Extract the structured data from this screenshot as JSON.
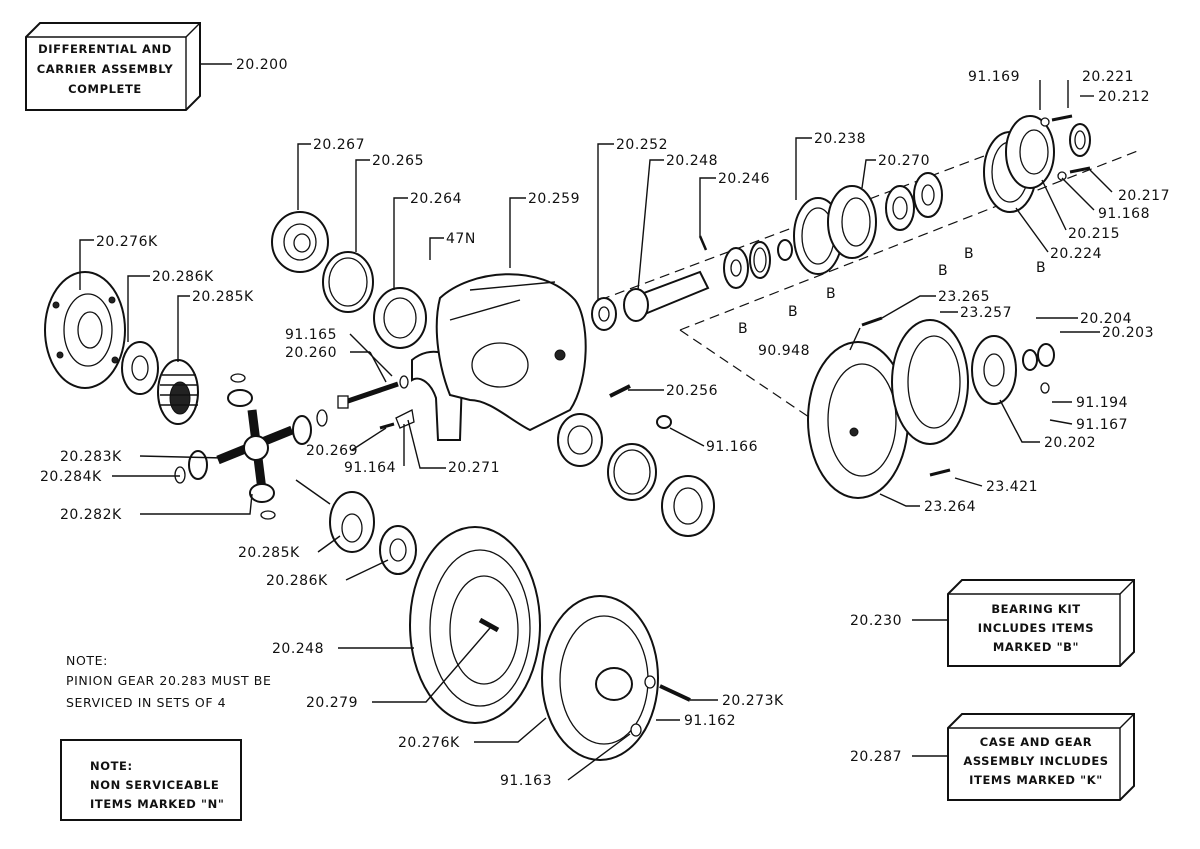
{
  "boxes": {
    "assembly": [
      "DIFFERENTIAL AND",
      "CARRIER ASSEMBLY",
      "COMPLETE"
    ],
    "bearing_kit": [
      "BEARING KIT",
      "INCLUDES ITEMS",
      "MARKED \"B\""
    ],
    "case_gear": [
      "CASE AND GEAR",
      "ASSEMBLY INCLUDES",
      "ITEMS MARKED \"K\""
    ],
    "note_n": [
      "NOTE:",
      "NON SERVICEABLE",
      "ITEMS MARKED \"N\""
    ]
  },
  "note_pinion": [
    "NOTE:",
    "PINION GEAR 20.283 MUST BE",
    "SERVICED IN SETS OF 4"
  ],
  "labels": {
    "l20200": "20.200",
    "l20267": "20.267",
    "l20265": "20.265",
    "l20264": "20.264",
    "l47N": "47N",
    "l20259": "20.259",
    "l20252": "20.252",
    "l20248a": "20.248",
    "l20246": "20.246",
    "l20238": "20.238",
    "l20270": "20.270",
    "l91169": "91.169",
    "l20221": "20.221",
    "l20212": "20.212",
    "l20217": "20.217",
    "l91168": "91.168",
    "l20215": "20.215",
    "l20224": "20.224",
    "l20276Ka": "20.276K",
    "l20286Ka": "20.286K",
    "l20285Ka": "20.285K",
    "l91165": "91.165",
    "l20260": "20.260",
    "l20269": "20.269",
    "l91164": "91.164",
    "l20271": "20.271",
    "l20256": "20.256",
    "l91166": "91.166",
    "l23265": "23.265",
    "l23257": "23.257",
    "l90948": "90.948",
    "l20204": "20.204",
    "l20203": "20.203",
    "l91194": "91.194",
    "l91167": "91.167",
    "l20202": "20.202",
    "l23421": "23.421",
    "l23264": "23.264",
    "l20283K": "20.283K",
    "l20284K": "20.284K",
    "l20282K": "20.282K",
    "l20285Kb": "20.285K",
    "l20286Kb": "20.286K",
    "l20248b": "20.248",
    "l20279": "20.279",
    "l20276Kb": "20.276K",
    "l91163": "91.163",
    "l20273K": "20.273K",
    "l91162": "91.162",
    "l20230": "20.230",
    "l20287": "20.287",
    "b1": "B",
    "b2": "B",
    "b3": "B",
    "b4": "B",
    "b5": "B",
    "b6": "B"
  }
}
